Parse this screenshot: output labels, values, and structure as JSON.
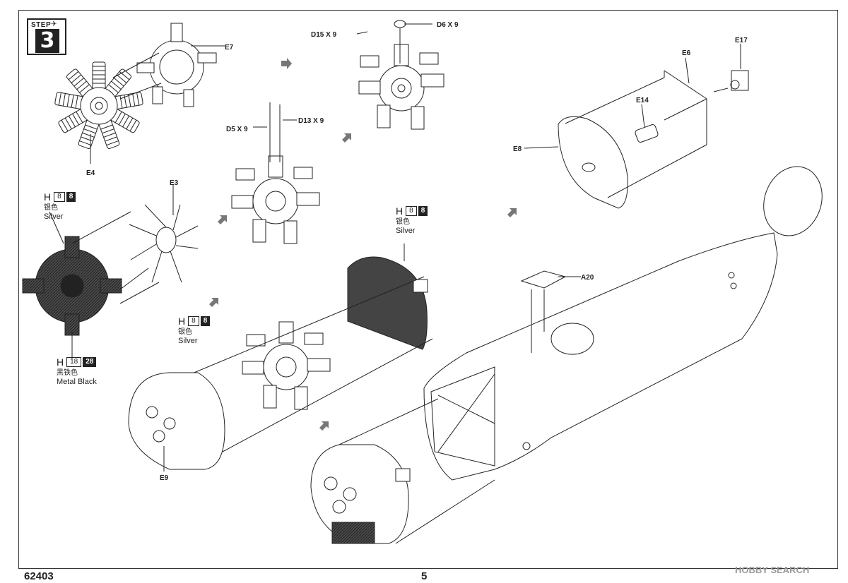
{
  "step": {
    "word": "STEP",
    "number": "3"
  },
  "labels": {
    "e7": "E7",
    "e4": "E4",
    "e3": "E3",
    "e6": "E6",
    "e17": "E17",
    "e14": "E14",
    "e8": "E8",
    "e9": "E9",
    "a20": "A20",
    "d15": "D15 X 9",
    "d6": "D6 X 9",
    "d5": "D5 X 9",
    "d13": "D13 X 9"
  },
  "paints": {
    "silver_left": {
      "h": "H",
      "c1": "8",
      "c2": "8",
      "cn": "银色",
      "en": "Silver"
    },
    "silver_mid": {
      "h": "H",
      "c1": "8",
      "c2": "8",
      "cn": "银色",
      "en": "Silver"
    },
    "silver_low": {
      "h": "H",
      "c1": "8",
      "c2": "8",
      "cn": "银色",
      "en": "Silver"
    },
    "metal_black": {
      "h": "H",
      "c1": "18",
      "c2": "28",
      "cn": "黑铁色",
      "en": "Metal  Black"
    }
  },
  "footer": {
    "code": "62403",
    "page": "5"
  },
  "watermark": "HOBBY SEARCH",
  "colors": {
    "line": "#222222",
    "engine_dark": "#333333",
    "arrow": "#777777"
  }
}
